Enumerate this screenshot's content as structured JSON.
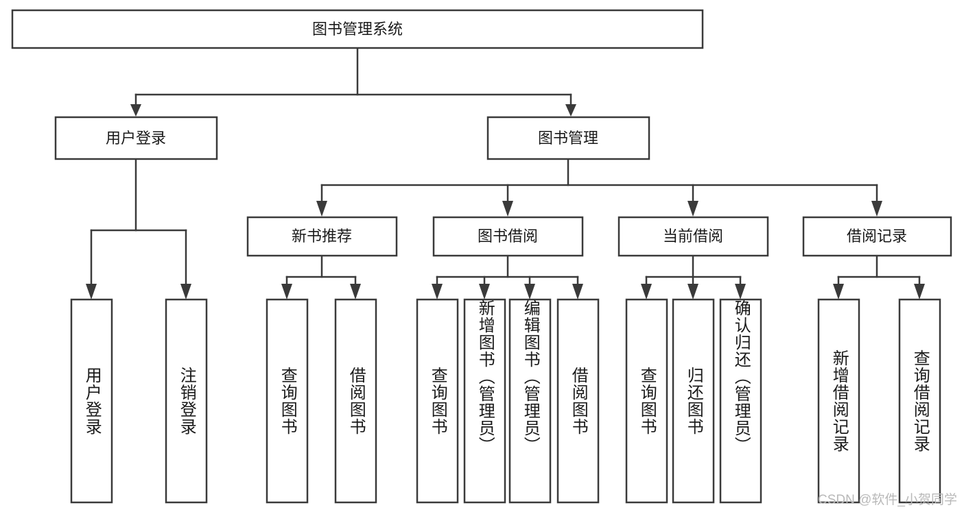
{
  "diagram": {
    "title": "图书管理系统",
    "type": "tree-hierarchy-diagram",
    "root": {
      "label": "图书管理系统"
    },
    "level2": [
      {
        "label": "用户登录"
      },
      {
        "label": "图书管理"
      }
    ],
    "level3": [
      {
        "label": "新书推荐"
      },
      {
        "label": "图书借阅"
      },
      {
        "label": "当前借阅"
      },
      {
        "label": "借阅记录"
      }
    ],
    "leaves": {
      "user_login": [
        {
          "label": "用户登录"
        },
        {
          "label": "注销登录"
        }
      ],
      "new_book_recommend": [
        {
          "label": "查询图书"
        },
        {
          "label": "借阅图书"
        }
      ],
      "book_borrow": [
        {
          "label": "查询图书"
        },
        {
          "label": "新增图书（管理员）"
        },
        {
          "label": "编辑图书（管理员）"
        },
        {
          "label": "借阅图书"
        }
      ],
      "current_borrow": [
        {
          "label": "查询图书"
        },
        {
          "label": "归还图书"
        },
        {
          "label": "确认归还（管理员）"
        }
      ],
      "borrow_record": [
        {
          "label": "新增借阅记录"
        },
        {
          "label": "查询借阅记录"
        }
      ]
    }
  },
  "watermark": {
    "text": "CSDN @软件_小贺同学"
  },
  "colors": {
    "stroke": "#3a3a3a",
    "fill": "#ffffff",
    "text": "#1a1a1a",
    "watermark": "#b9b9b9"
  }
}
